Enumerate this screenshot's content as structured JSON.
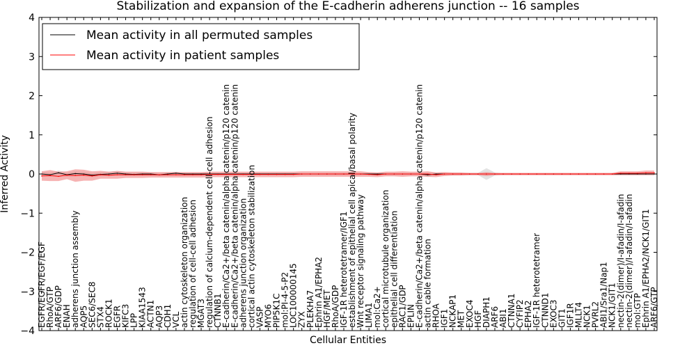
{
  "chart_data": {
    "type": "line",
    "title": "Stabilization and expansion of the E-cadherin adherens junction -- 16 samples",
    "xlabel": "Cellular Entities",
    "ylabel": "Inferred Activity",
    "ylim": [
      -4,
      4
    ],
    "yticks": [
      "−4",
      "−3",
      "−2",
      "−1",
      "0",
      "1",
      "2",
      "3",
      "4"
    ],
    "grid": false,
    "legend_position": "top-left",
    "categories": [
      "EGFR/EGFR/EGF/EGF",
      "RhoA/GTP",
      "ARF6/GDP",
      "ENAH",
      "adherens junction assembly",
      "AQP5",
      "SEC6/SEC8",
      "STX4",
      "ROCK1",
      "EGFR",
      "KIFC3",
      "LPP",
      "KIAA1543",
      "ACTN1",
      "AQP3",
      "CDH1",
      "VCL",
      "actin cytoskeleton organization",
      "regulation of cell-cell adhesion",
      "MGAT3",
      "regulation of calcium-dependent cell-cell adhesion",
      "CTNNB1",
      "E-cadherin/Ca2+/beta catenin/alpha catenin/p120 catenin",
      "E-cadherin/Ca2+/beta catenin/alpha catenin/p120 catenin",
      "adherens junction organization",
      "cortical actin cytoskeleton stabilization",
      "VASP",
      "MYO6",
      "PIP5K1C",
      "mol:PI-4-5-P2",
      "LOC100000145",
      "ZYX",
      "PLEKHA7",
      "Ephrin A1/EPHA2",
      "HGF/MET",
      "RhoA/GDP",
      "IGF-1R heterotetramer/IGF1",
      "establishment of epithelial cell apical/basal polarity",
      "Wnt receptor signaling pathway",
      "LIMA1",
      "mol:Ca2+",
      "cortical microtubule organization",
      "epithelial cell differentiation",
      "RAC1/GDP",
      "EPLIN",
      "E-cadherin/Ca2+/beta catenin/alpha catenin/p120 catenin",
      "actin cable formation",
      "RHOA",
      "IGF1",
      "NCKAP1",
      "MET",
      "EXOC4",
      "HGF",
      "DIAPH1",
      "ARF6",
      "ABI1",
      "CTNNA1",
      "CYFIP2",
      "EPHA2",
      "IGF-1R heterotetramer",
      "CTNND1",
      "EXOC3",
      "GIT1",
      "IGF1R",
      "MLLT4",
      "NCK1",
      "PVRL2",
      "ABI1/Sra1/Nap1",
      "NCK1/GIT1",
      "nectin-2(dimer)/I-afadin/I-afadin",
      "nectin-2(dimer)/I-afadin/I-afadin",
      "mol:GTP",
      "Ephrin A1/EPHA2/NCK1/GIT1",
      "ARF6/GTP"
    ],
    "series": [
      {
        "name": "Mean activity in all permuted samples",
        "color": "#000000",
        "band_color": "#c8c8c8",
        "values": [
          0.0,
          -0.02,
          0.03,
          -0.02,
          0.01,
          0.0,
          -0.03,
          -0.01,
          0.0,
          0.02,
          0.0,
          -0.01,
          0.0,
          0.0,
          -0.02,
          0.0,
          0.02,
          0.0,
          0.0,
          0.0,
          0.0,
          0.0,
          0.0,
          0.0,
          0.0,
          0.0,
          0.0,
          0.0,
          0.0,
          0.0,
          0.0,
          0.0,
          0.0,
          0.0,
          0.0,
          0.0,
          0.0,
          0.0,
          0.0,
          0.0,
          0.0,
          0.0,
          0.0,
          0.0,
          0.0,
          0.0,
          -0.02,
          0.0,
          0.0,
          0.0,
          0.0,
          0.0,
          0.0,
          0.0,
          0.0,
          0.0,
          0.0,
          0.0,
          0.0,
          0.0,
          0.0,
          0.0,
          0.0,
          0.0,
          0.0,
          0.0,
          0.0,
          0.0,
          0.0,
          0.0,
          0.0,
          0.0,
          0.0,
          0.0
        ],
        "band": [
          0.06,
          0.05,
          0.06,
          0.05,
          0.06,
          0.05,
          0.05,
          0.05,
          0.05,
          0.05,
          0.04,
          0.04,
          0.04,
          0.04,
          0.04,
          0.04,
          0.04,
          0.03,
          0.03,
          0.03,
          0.03,
          0.03,
          0.03,
          0.03,
          0.03,
          0.03,
          0.03,
          0.03,
          0.03,
          0.03,
          0.03,
          0.03,
          0.03,
          0.03,
          0.03,
          0.03,
          0.03,
          0.03,
          0.03,
          0.03,
          0.03,
          0.03,
          0.03,
          0.03,
          0.03,
          0.03,
          0.06,
          0.03,
          0.03,
          0.03,
          0.03,
          0.03,
          0.03,
          0.15,
          0.04,
          0.02,
          0.02,
          0.02,
          0.02,
          0.02,
          0.02,
          0.02,
          0.02,
          0.02,
          0.02,
          0.02,
          0.02,
          0.02,
          0.02,
          0.02,
          0.02,
          0.02,
          0.02,
          0.02
        ]
      },
      {
        "name": "Mean activity in patient samples",
        "color": "#ff0000",
        "band_color": "#f08080",
        "values": [
          -0.05,
          -0.04,
          -0.06,
          -0.03,
          -0.04,
          -0.03,
          -0.05,
          -0.02,
          -0.03,
          -0.02,
          -0.02,
          -0.02,
          -0.02,
          -0.02,
          -0.02,
          -0.02,
          -0.02,
          -0.02,
          -0.02,
          -0.02,
          -0.01,
          -0.01,
          -0.01,
          -0.01,
          -0.01,
          -0.01,
          -0.01,
          -0.01,
          -0.01,
          -0.01,
          -0.01,
          0.0,
          0.0,
          0.0,
          0.0,
          0.0,
          0.0,
          0.0,
          0.0,
          -0.01,
          -0.02,
          0.0,
          0.0,
          0.0,
          0.0,
          0.0,
          0.0,
          -0.02,
          0.0,
          0.0,
          0.0,
          0.0,
          0.0,
          0.0,
          0.0,
          0.0,
          0.0,
          0.0,
          0.0,
          0.0,
          0.0,
          0.0,
          0.0,
          0.0,
          0.0,
          0.0,
          0.0,
          0.0,
          0.0,
          0.02,
          0.02,
          0.02,
          0.03,
          0.03
        ],
        "band": [
          0.12,
          0.14,
          0.12,
          0.1,
          0.16,
          0.14,
          0.12,
          0.1,
          0.09,
          0.1,
          0.08,
          0.08,
          0.08,
          0.07,
          0.07,
          0.07,
          0.07,
          0.07,
          0.07,
          0.07,
          0.07,
          0.07,
          0.07,
          0.07,
          0.07,
          0.07,
          0.07,
          0.07,
          0.07,
          0.07,
          0.07,
          0.07,
          0.07,
          0.07,
          0.07,
          0.07,
          0.07,
          0.07,
          0.07,
          0.06,
          0.06,
          0.06,
          0.06,
          0.07,
          0.06,
          0.06,
          0.07,
          0.06,
          0.05,
          0.04,
          0.04,
          0.03,
          0.03,
          0.05,
          0.03,
          0.03,
          0.03,
          0.03,
          0.03,
          0.03,
          0.03,
          0.03,
          0.03,
          0.03,
          0.03,
          0.03,
          0.03,
          0.03,
          0.03,
          0.05,
          0.05,
          0.05,
          0.06,
          0.06
        ]
      }
    ]
  }
}
